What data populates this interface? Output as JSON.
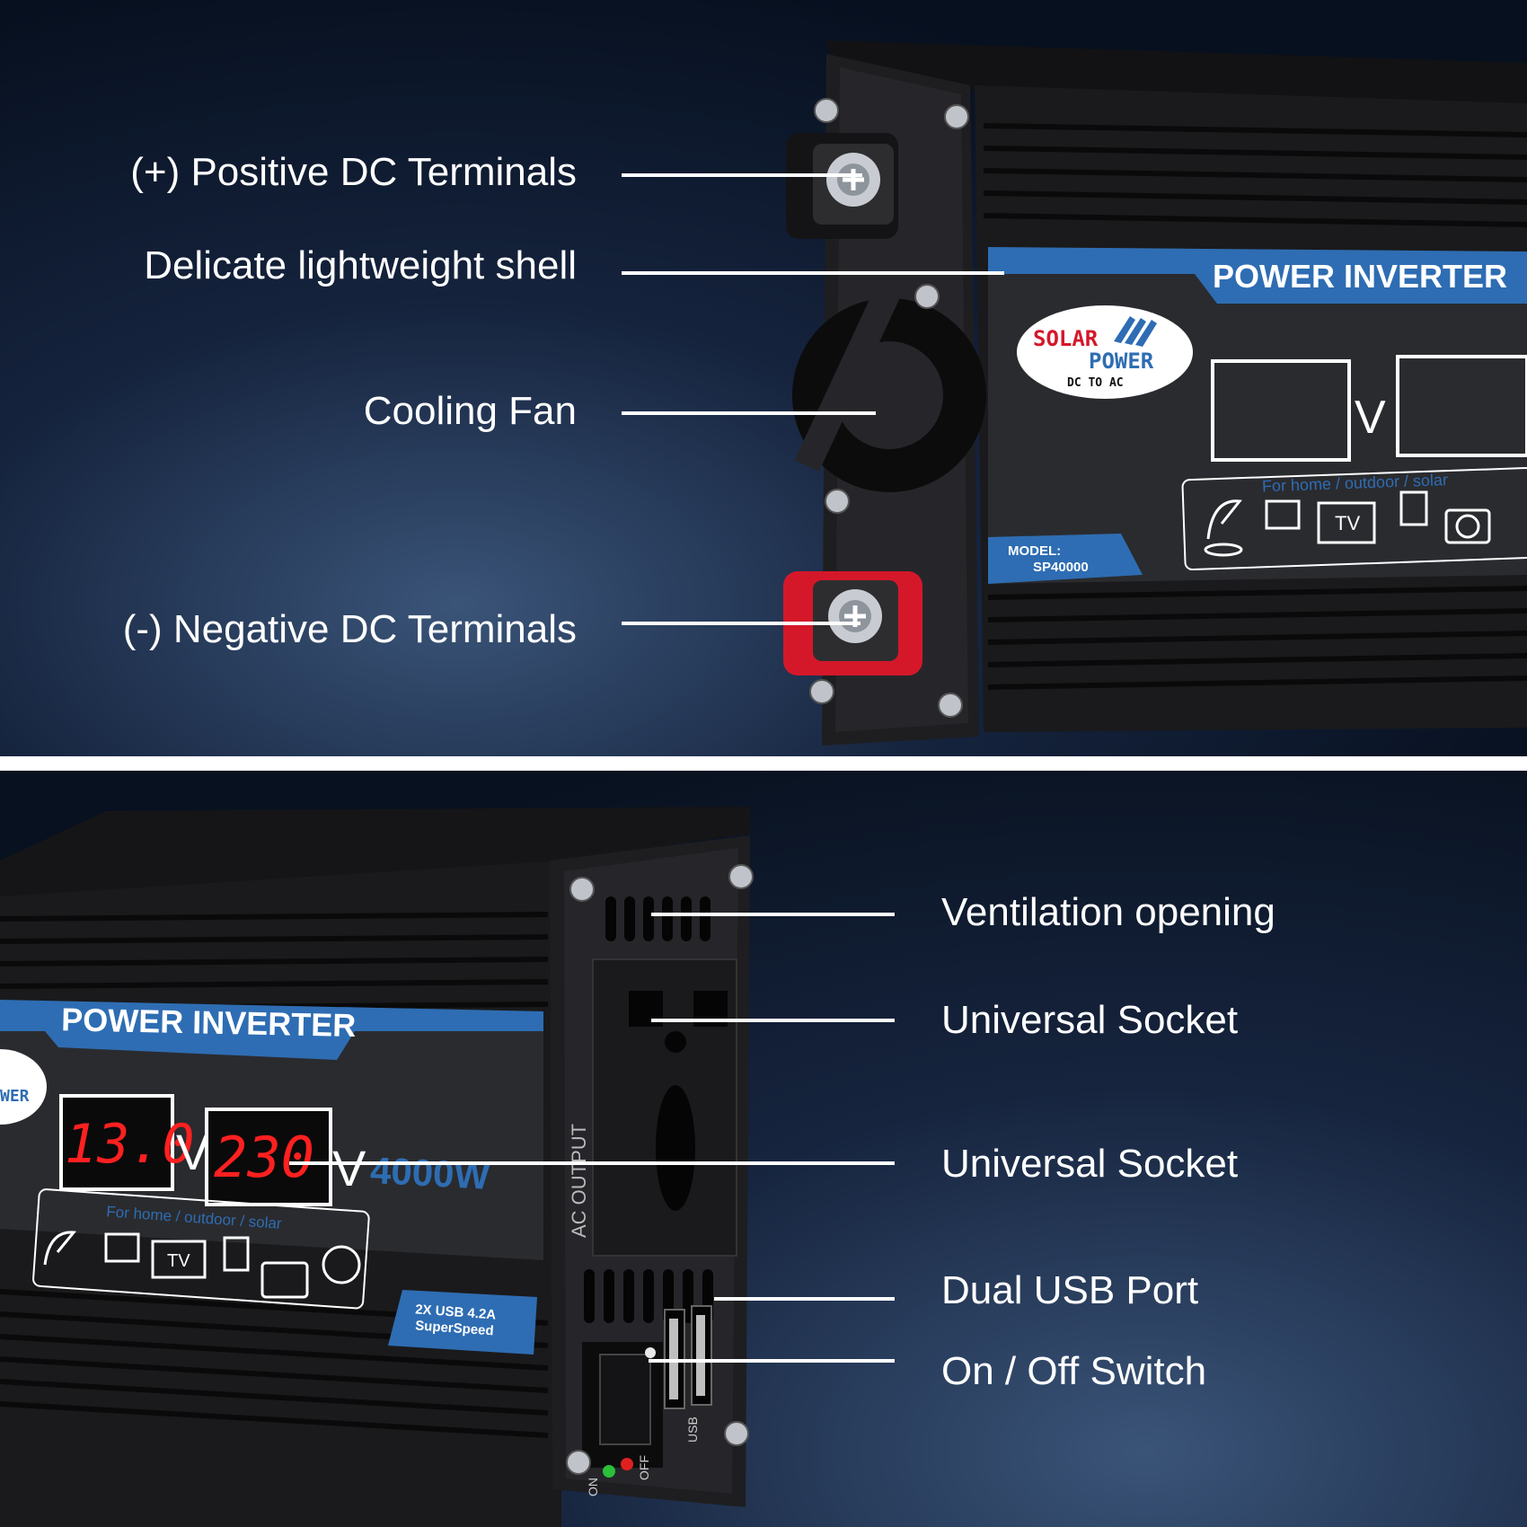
{
  "top_panel": {
    "callouts": [
      {
        "id": "positive",
        "label": "(+) Positive DC Terminals"
      },
      {
        "id": "shell",
        "label": "Delicate lightweight shell"
      },
      {
        "id": "fan",
        "label": "Cooling Fan"
      },
      {
        "id": "negative",
        "label": "(-) Negative DC Terminals"
      }
    ],
    "device": {
      "banner": "POWER INVERTER",
      "logo_line1": "SOLAR",
      "logo_line2": "POWER",
      "logo_line3": "DC TO AC",
      "display_unit": "V",
      "tagline": "For home / outdoor / solar",
      "tv_label": "TV",
      "model_label": "MODEL:",
      "model_value": "SP40000"
    }
  },
  "bottom_panel": {
    "callouts": [
      {
        "id": "vent",
        "label": "Ventilation opening"
      },
      {
        "id": "socket1",
        "label": "Universal Socket"
      },
      {
        "id": "socket2",
        "label": "Universal Socket"
      },
      {
        "id": "usb",
        "label": "Dual USB Port"
      },
      {
        "id": "switch",
        "label": "On / Off Switch"
      }
    ],
    "device": {
      "banner": "POWER INVERTER",
      "logo_partial": "WER",
      "input_voltage": "13.0",
      "output_voltage": "230",
      "display_unit": "V",
      "wattage": "4000W",
      "tagline": "For home / outdoor / solar",
      "tv_label": "TV",
      "usb_badge_line1": "2X USB 4.2A",
      "usb_badge_line2": "SuperSpeed",
      "ac_output_label": "AC OUTPUT",
      "on_label": "ON",
      "off_label": "OFF",
      "usb_label": "USB"
    }
  },
  "colors": {
    "accent_blue": "#2e6db3",
    "led_red": "#ff2020",
    "terminal_red": "#d4182a",
    "background_dark": "#0a1428",
    "casing": "#1c1c1e"
  }
}
